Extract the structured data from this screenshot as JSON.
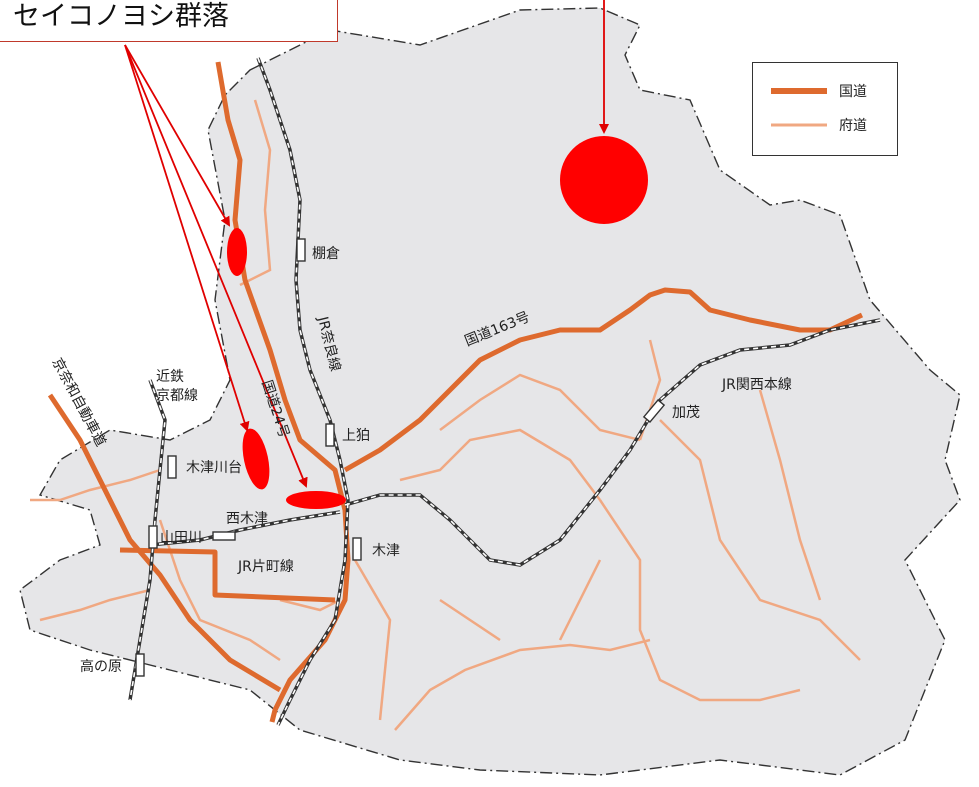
{
  "callout": {
    "title": "セイコノヨシ群落"
  },
  "legend": {
    "national_road": {
      "label": "国道",
      "color": "#de6a2e"
    },
    "prefectural_road": {
      "label": "府道",
      "color": "#f0a882"
    }
  },
  "colors": {
    "land": "#e6e6e8",
    "boundary": "#333333",
    "railway": "#333333",
    "marker": "#ff0000",
    "arrow": "#e00000"
  },
  "labels": {
    "tanakura": "棚倉",
    "jr_nara_line": "JR奈良線",
    "route163": "国道163号",
    "jr_kansai_main": "JR関西本線",
    "kamo": "加茂",
    "kamikoma": "上狛",
    "kintetsu_1": "近鉄",
    "kintetsu_2": "京都線",
    "route24": "国道24号",
    "kizugawadai": "木津川台",
    "nishikizu": "西木津",
    "yamadagawa": "山田川",
    "jr_katamachi": "JR片町線",
    "kizu": "木津",
    "takanohara": "高の原",
    "keinawa": "京奈和自動車道"
  }
}
